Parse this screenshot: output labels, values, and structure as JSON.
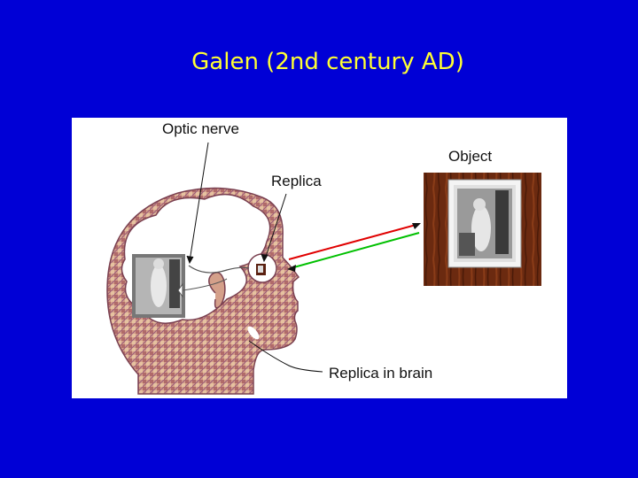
{
  "slide": {
    "title": "Galen (2nd century AD)"
  },
  "diagram": {
    "labels": {
      "optic_nerve": "Optic nerve",
      "object": "Object",
      "replica": "Replica",
      "replica_in_brain": "Replica in brain"
    },
    "colors": {
      "background": "#0000d6",
      "title": "#ffff33",
      "outgoing_ray": "#e00000",
      "incoming_ray": "#00c000",
      "frame_wood": "#6b2a10",
      "head_pattern": "#c98a7a"
    }
  }
}
